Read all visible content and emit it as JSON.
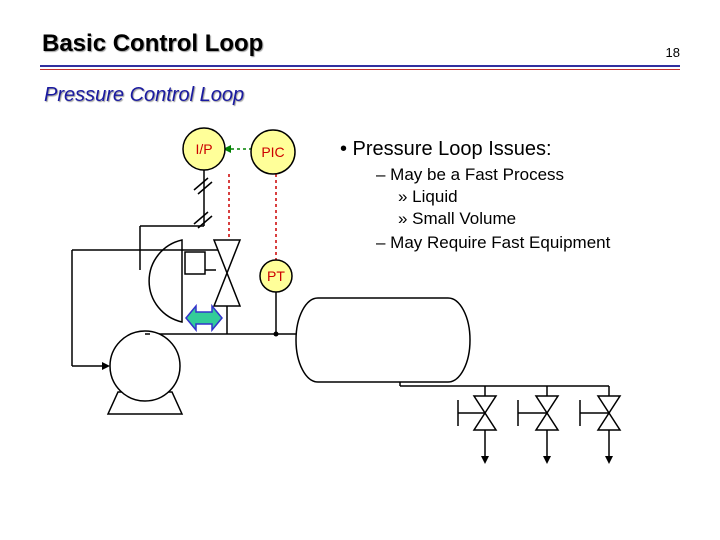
{
  "header": {
    "title": "Basic Control Loop",
    "slide_number": "18",
    "subtitle": "Pressure Control Loop"
  },
  "instruments": {
    "ip": "I/P",
    "pic": "PIC",
    "pt": "PT"
  },
  "bullets": {
    "heading": "• Pressure Loop Issues:",
    "item1": "– May be a Fast Process",
    "sub1": "» Liquid",
    "sub2": "» Small Volume",
    "item2": "– May Require Fast Equipment"
  },
  "colors": {
    "instrument_fill": "#ffff99",
    "label_red": "#cc0000",
    "signal_green": "#008000",
    "arrow_green": "#33cc99",
    "arrow_blue": "#3333cc"
  }
}
